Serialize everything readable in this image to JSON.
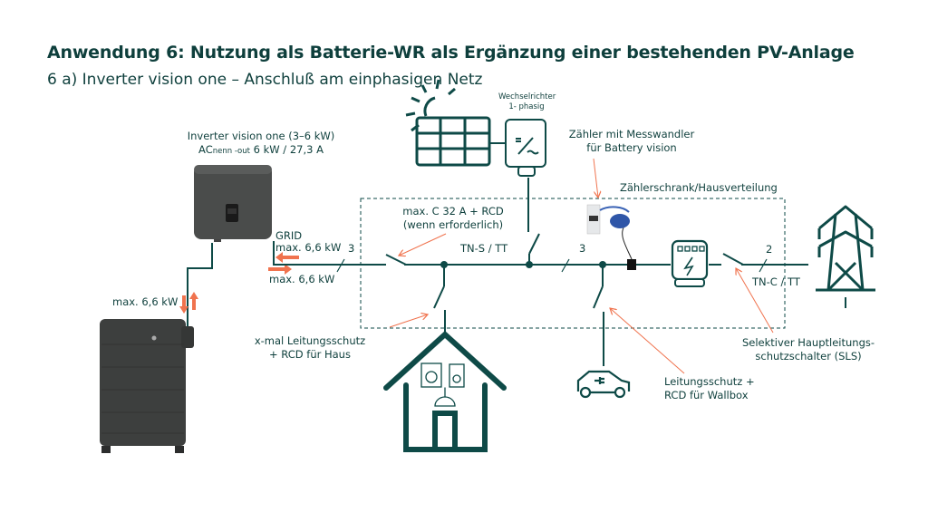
{
  "header": {
    "title": "Anwendung 6: Nutzung als Batterie-WR als Ergänzung einer bestehenden PV-Anlage",
    "subtitle": "6 a) Inverter vision one – Anschluß am einphasigen Netz"
  },
  "inverter": {
    "label_line1": "Inverter vision one (3–6 kW)",
    "label_ac_prefix": "AC",
    "label_ac_sub": "nenn -out",
    "label_ac_value": " 6 kW / 27,3 A",
    "grid_label": "GRID",
    "grid_import": "max. 6,6 kW",
    "grid_export": "max. 6,6 kW",
    "phase_count": "3"
  },
  "battery": {
    "power_label": "max. 6,6 kW"
  },
  "pv": {
    "inverter_label_line1": "Wechselrichter",
    "inverter_label_line2": "1- phasig"
  },
  "meter": {
    "label_line1": "Zähler mit Messwandler",
    "label_line2": "für Battery vision"
  },
  "cabinet": {
    "label": "Zählerschrank/Hausverteilung"
  },
  "breaker": {
    "label_line1": "max. C 32 A + RCD",
    "label_line2": "(wenn erforderlich)"
  },
  "network": {
    "tns": "TN-S / TT",
    "phase_mid": "3",
    "phase_grid": "2",
    "tnc": "TN-C / TT"
  },
  "house": {
    "label_line1": "x-mal Leitungsschutz",
    "label_line2": "+ RCD für Haus"
  },
  "wallbox": {
    "label_line1": "Leitungsschutz +",
    "label_line2": "RCD für Wallbox"
  },
  "sls": {
    "label_line1": "Selektiver Hauptleitungs-",
    "label_line2": "schutzschalter (SLS)"
  },
  "colors": {
    "line": "#0e4a47",
    "accent": "#f0734e",
    "device": "#3d3f3e"
  }
}
